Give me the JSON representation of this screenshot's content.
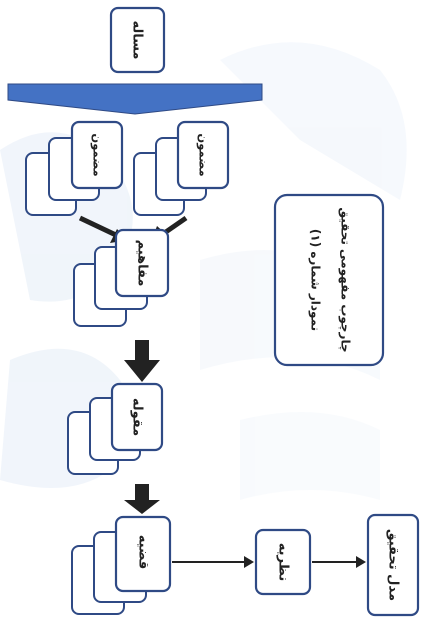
{
  "diagram": {
    "problem": "مساله",
    "content_left": "مضمون",
    "content_right": "مضمون",
    "concepts": "مفاهیم",
    "category": "مقوله",
    "proposition": "قضیه",
    "theory": "نظریه",
    "research_model": "مدل تحقیق",
    "caption_line1": "نمودار شماره (۱)",
    "caption_line2": "چارچوب مفهومی تحقیق"
  },
  "colors": {
    "box_border": "#2f4a85",
    "arrow_fill": "#4472c4",
    "background_watermark": "#d6e3f3"
  }
}
